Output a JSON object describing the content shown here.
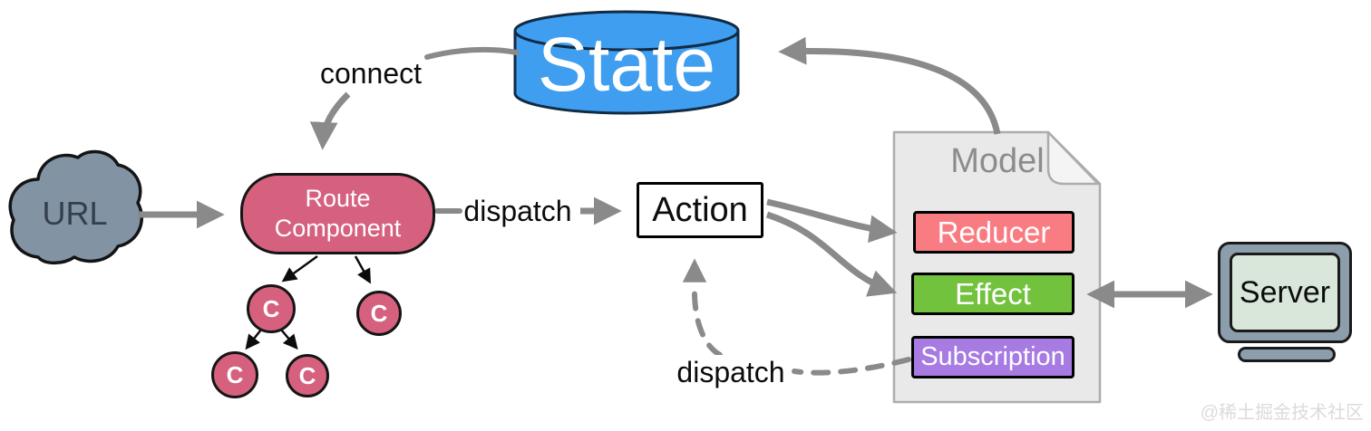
{
  "diagram": {
    "state": {
      "label": "State"
    },
    "url": {
      "label": "URL"
    },
    "route_component": {
      "line1": "Route",
      "line2": "Component"
    },
    "component_node": {
      "label": "C"
    },
    "action": {
      "label": "Action"
    },
    "model": {
      "title": "Model",
      "items": [
        {
          "label": "Reducer"
        },
        {
          "label": "Effect"
        },
        {
          "label": "Subscription"
        }
      ]
    },
    "server": {
      "label": "Server"
    },
    "edges": {
      "connect": "connect",
      "dispatch": "dispatch",
      "dispatch_subscription": "dispatch"
    }
  },
  "watermark": "@稀土掘金技术社区",
  "colors": {
    "state_fill": "#3F9EF0",
    "node_pink": "#D5617E",
    "reducer_fill": "#F97C82",
    "effect_fill": "#72C23E",
    "subscription_fill": "#A77BE2",
    "model_fill": "#E9E9E9",
    "cloud_fill": "#8293A3",
    "server_frame": "#8C9DAB",
    "server_screen": "#D9E7DA",
    "arrow_gray": "#8A8A8A"
  }
}
